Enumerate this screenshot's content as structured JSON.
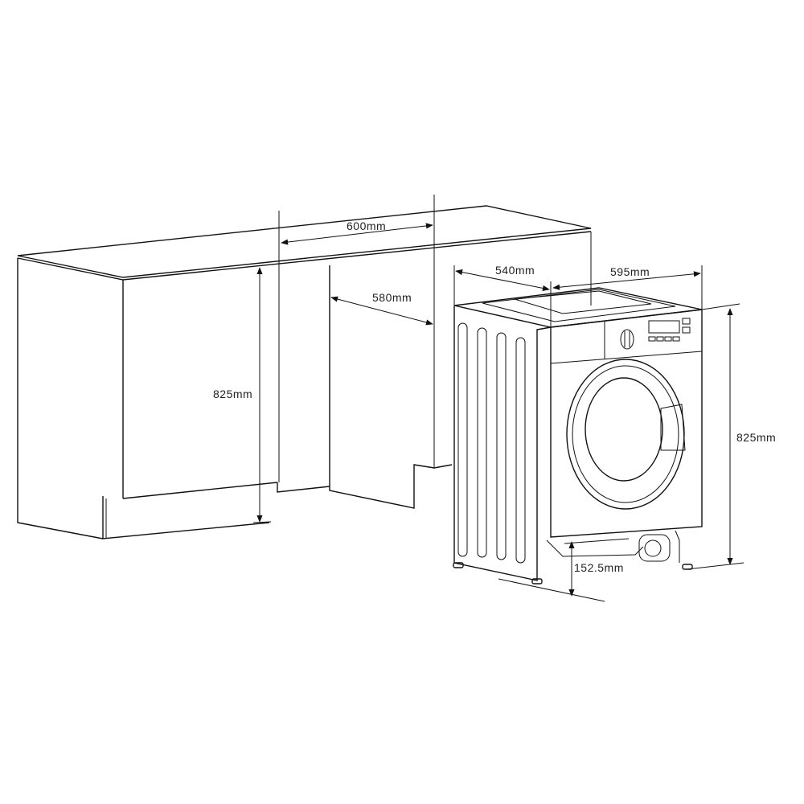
{
  "diagram": {
    "dimensions": {
      "cabinet_opening_width": "600mm",
      "cabinet_opening_depth": "580mm",
      "cabinet_height": "825mm",
      "appliance_depth": "540mm",
      "appliance_width": "595mm",
      "appliance_height": "825mm",
      "plinth_clearance": "152.5mm"
    },
    "colors": {
      "line": "#111111",
      "background": "#ffffff"
    }
  }
}
